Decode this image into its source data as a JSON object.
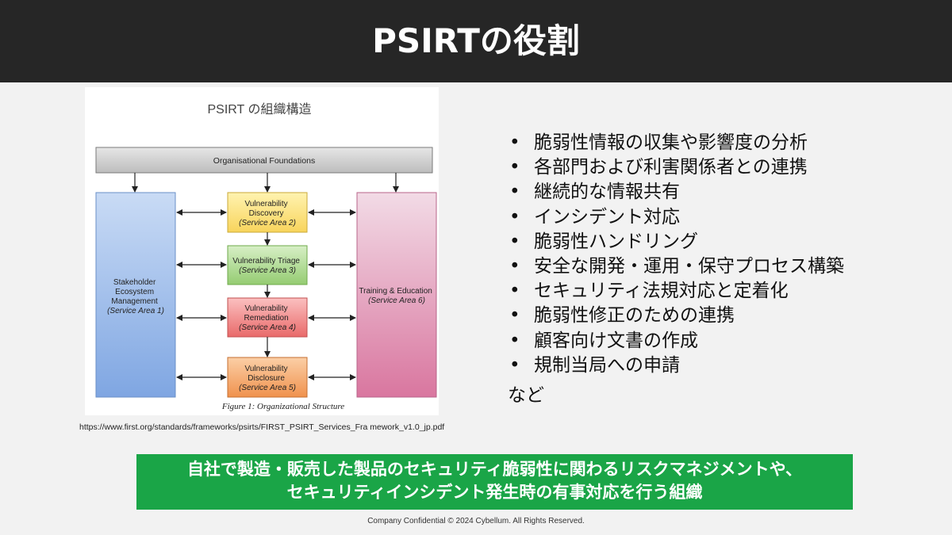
{
  "header": {
    "title": "PSIRTの役割"
  },
  "figure": {
    "title": "PSIRT の組織構造",
    "foundations": "Organisational Foundations",
    "stakeholder": {
      "lines": [
        "Stakeholder",
        "Ecosystem",
        "Management"
      ],
      "area": "(Service Area 1)"
    },
    "discovery": {
      "lines": [
        "Vulnerability",
        "Discovery"
      ],
      "area": "(Service Area 2)"
    },
    "triage": {
      "lines": [
        "Vulnerability Triage"
      ],
      "area": "(Service Area 3)"
    },
    "remediation": {
      "lines": [
        "Vulnerability",
        "Remediation"
      ],
      "area": "(Service Area 4)"
    },
    "disclosure": {
      "lines": [
        "Vulnerability",
        "Disclosure"
      ],
      "area": "(Service Area 5)"
    },
    "training": {
      "lines": [
        "Training & Education"
      ],
      "area": "(Service Area 6)"
    },
    "caption": "Figure 1: Organizational Structure",
    "colors": {
      "blue": "#92b4e6",
      "yellow": "#fce27a",
      "green": "#a9d68c",
      "red": "#f08080",
      "orange": "#f4a466",
      "pink": "#e6a3c2",
      "gray": "#cfcfcf"
    }
  },
  "source_url": "https://www.first.org/standards/frameworks/psirts/FIRST_PSIRT_Services_Fra mework_v1.0_jp.pdf",
  "bullets": [
    "脆弱性情報の収集や影響度の分析",
    "各部門および利害関係者との連携",
    "継続的な情報共有",
    "インシデント対応",
    "脆弱性ハンドリング",
    "安全な開発・運用・保守プロセス構築",
    "セキュリティ法規対応と定着化",
    "脆弱性修正のための連携",
    "顧客向け文書の作成",
    "規制当局への申請"
  ],
  "bullets_tail": "など",
  "banner": {
    "line1": "自社で製造・販売した製品のセキュリティ脆弱性に関わるリスクマネジメントや、",
    "line2": "セキュリティインシデント発生時の有事対応を行う組織"
  },
  "footer": "Company Confidential © 2024 Cybellum. All Rights Reserved.",
  "colors": {
    "header_bg": "#262626",
    "banner_bg": "#1aa547"
  }
}
